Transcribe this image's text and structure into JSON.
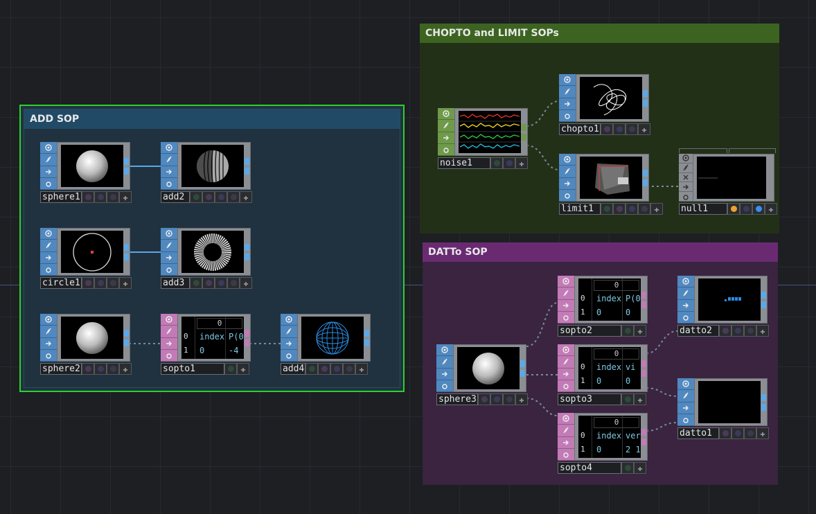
{
  "groups": {
    "add_sop": {
      "title": "ADD SOP"
    },
    "chopto": {
      "title": "CHOPTO and LIMIT SOPs"
    },
    "datto": {
      "title": "DATTo SOP"
    }
  },
  "colors": {
    "sop_tab": "#5088c0",
    "chop_tab": "#6e9a4a",
    "dat_tab": "#c27bb6",
    "add_group_bg": "#203240",
    "add_group_header": "#214a66",
    "add_group_border": "#2bd22b",
    "chop_group_bg": "#233018",
    "chop_group_header": "#3c6420",
    "dat_group_bg": "#3a2440",
    "dat_group_header": "#6a2a72"
  },
  "nodes": {
    "sphere1": {
      "name": "sphere1",
      "family": "SOP",
      "preview": "sphere"
    },
    "add2": {
      "name": "add2",
      "family": "SOP",
      "preview": "striped-sphere"
    },
    "circle1": {
      "name": "circle1",
      "family": "SOP",
      "preview": "circle"
    },
    "add3": {
      "name": "add3",
      "family": "SOP",
      "preview": "ring"
    },
    "sphere2": {
      "name": "sphere2",
      "family": "SOP",
      "preview": "sphere"
    },
    "sopto1": {
      "name": "sopto1",
      "family": "DAT",
      "preview": "table",
      "table": {
        "header": "0",
        "rows": [
          {
            "index": "0",
            "c1": "index",
            "c2": "P(0"
          },
          {
            "index": "1",
            "c1": "0",
            "c2": "-4"
          }
        ]
      }
    },
    "add4": {
      "name": "add4",
      "family": "SOP",
      "preview": "wire-sphere"
    },
    "noise1": {
      "name": "noise1",
      "family": "CHOP",
      "preview": "noise-channels"
    },
    "chopto1": {
      "name": "chopto1",
      "family": "SOP",
      "preview": "scribble"
    },
    "limit1": {
      "name": "limit1",
      "family": "SOP",
      "preview": "limit-geo"
    },
    "null1": {
      "name": "null1",
      "family": "SOP",
      "preview": "empty"
    },
    "sphere3": {
      "name": "sphere3",
      "family": "SOP",
      "preview": "sphere"
    },
    "sopto2": {
      "name": "sopto2",
      "family": "DAT",
      "preview": "table",
      "table": {
        "header": "0",
        "rows": [
          {
            "index": "0",
            "c1": "index",
            "c2": "P(0"
          },
          {
            "index": "1",
            "c1": "0",
            "c2": "0"
          }
        ]
      }
    },
    "sopto3": {
      "name": "sopto3",
      "family": "DAT",
      "preview": "table",
      "table": {
        "header": "0",
        "rows": [
          {
            "index": "0",
            "c1": "index",
            "c2": "vi"
          },
          {
            "index": "1",
            "c1": "0",
            "c2": "0"
          }
        ]
      }
    },
    "sopto4": {
      "name": "sopto4",
      "family": "DAT",
      "preview": "table",
      "table": {
        "header": "0",
        "rows": [
          {
            "index": "0",
            "c1": "index",
            "c2": "ver"
          },
          {
            "index": "1",
            "c1": "0",
            "c2": "2 1"
          }
        ]
      }
    },
    "datto2": {
      "name": "datto2",
      "family": "SOP",
      "preview": "dots"
    },
    "datto1": {
      "name": "datto1",
      "family": "SOP",
      "preview": "empty"
    }
  }
}
